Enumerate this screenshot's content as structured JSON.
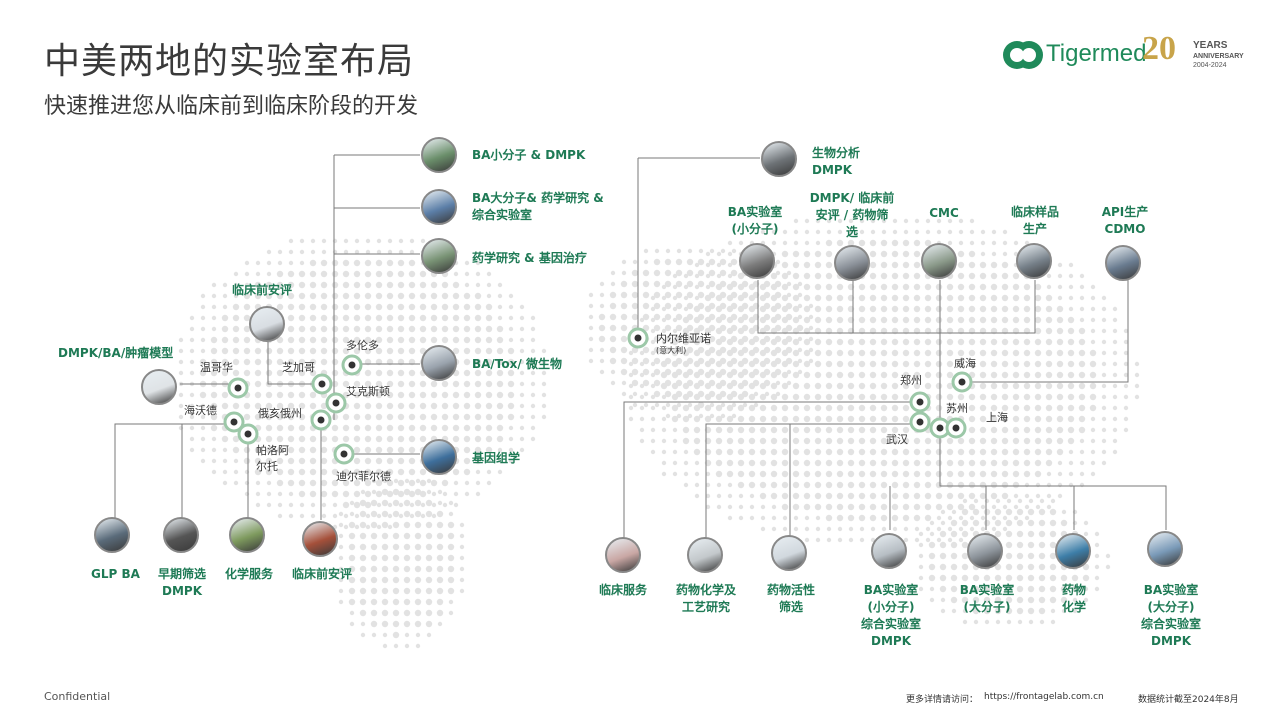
{
  "header": {
    "title": "中美两地的实验室布局",
    "subtitle": "快速推进您从临床前到临床阶段的开发"
  },
  "brand": {
    "name": "Tigermed",
    "anniversary_number": "20",
    "anniversary_line1": "YEARS",
    "anniversary_line2": "ANNIVERSARY",
    "anniversary_years": "2004-2024",
    "accent_color": "#1f8a5a",
    "gold_color": "#c8a44a"
  },
  "us": {
    "cities": {
      "vancouver": "温哥华",
      "chicago": "芝加哥",
      "toronto": "多伦多",
      "ames": "艾克斯顿",
      "hayward": "海沃德",
      "ohio": "俄亥俄州",
      "palo_alto": "帕洛阿尔托",
      "diefield": "迪尔菲尔德"
    },
    "labels": {
      "ba_small_dmpk": "BA小分子 & DMPK",
      "ba_large": "BA大分子& 药学研究 &\n综合实验室",
      "pharma_gene": "药学研究 & 基因治疗",
      "preclinical_safety_top": "临床前安评",
      "dmpk_ba_tumor": "DMPK/BA/肿瘤模型",
      "ba_tox": "BA/Tox/ 微生物",
      "genomics": "基因组学",
      "glp_ba": "GLP BA",
      "early_screen": "早期筛选\nDMPK",
      "chem_service": "化学服务",
      "preclinical_safety_bottom": "临床前安评"
    }
  },
  "cn": {
    "cities": {
      "nerviano": "内尔维亚诺",
      "nerviano_sub": "(意大利)",
      "weihai": "威海",
      "zhengzhou": "郑州",
      "suzhou": "苏州",
      "wuhan": "武汉",
      "shanghai": "上海"
    },
    "labels": {
      "bioanalysis": "生物分析\nDMPK",
      "ba_small": "BA实验室\n(小分子)",
      "dmpk_safety": "DMPK/ 临床前\n安评 / 药物筛\n选",
      "cmc": "CMC",
      "clinical_sample": "临床样品\n生产",
      "api": "API生产\nCDMO",
      "clinical_service": "临床服务",
      "med_chem": "药物化学及\n工艺研究",
      "activity_screen": "药物活性\n筛选",
      "ba_small_dmpk": "BA实验室\n(小分子)\n综合实验室\nDMPK",
      "ba_large": "BA实验室\n(大分子)",
      "drug_chem": "药物\n化学",
      "ba_large_dmpk": "BA实验室\n(大分子)\n综合实验室\nDMPK"
    }
  },
  "footer": {
    "confidential": "Confidential",
    "more_info": "更多详情请访问：",
    "url": "https://frontagelab.com.cn",
    "data_note": "数据统计截至2024年8月"
  }
}
